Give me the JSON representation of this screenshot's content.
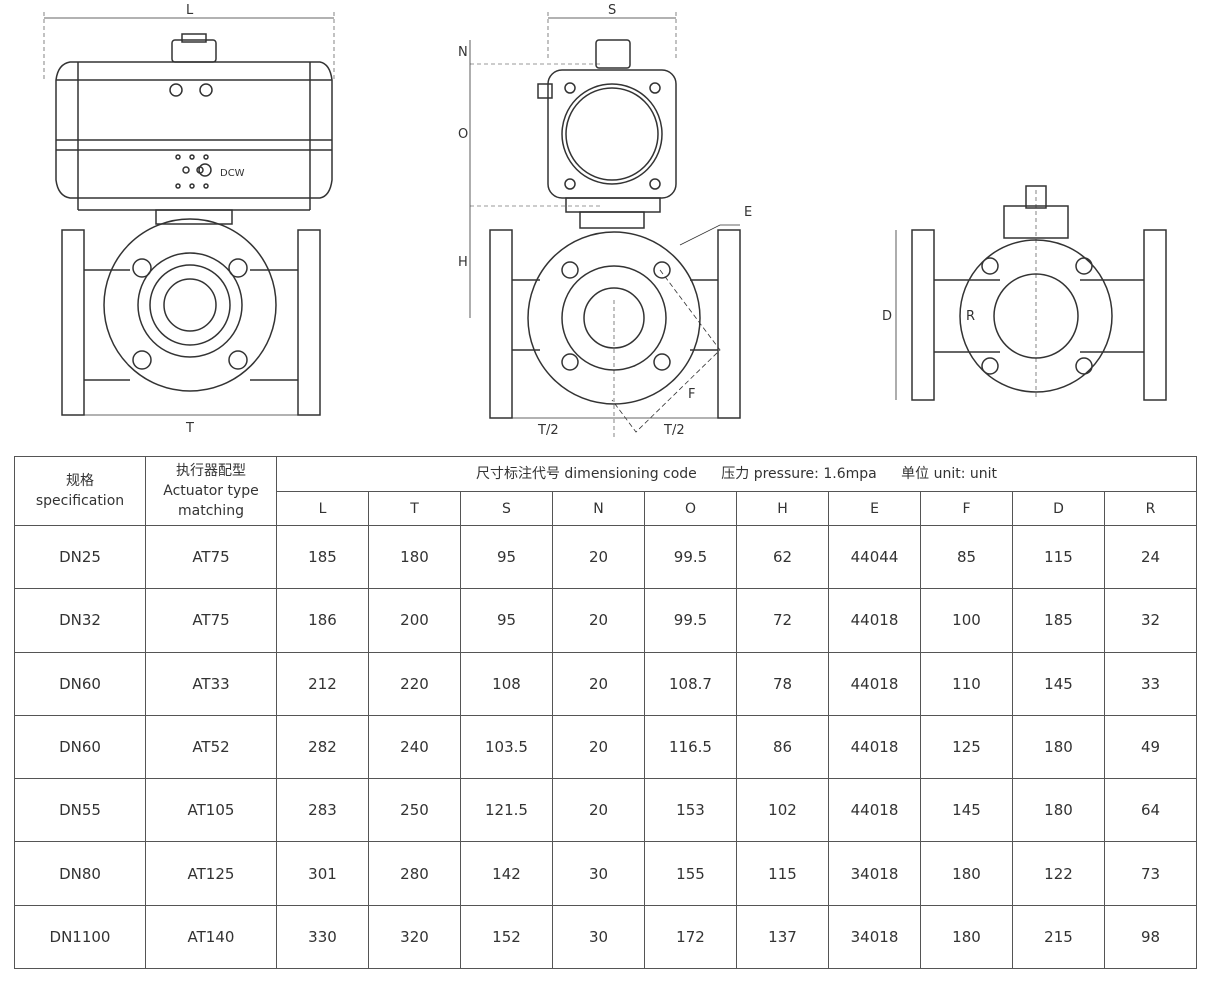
{
  "drawing_labels": {
    "front": {
      "L": "L",
      "T": "T",
      "brand": "DCW"
    },
    "side": {
      "S": "S",
      "N": "N",
      "O": "O",
      "H": "H",
      "E": "E",
      "F": "F",
      "T_half_left": "T/2",
      "T_half_right": "T/2"
    },
    "section": {
      "D": "D",
      "R": "R"
    }
  },
  "table": {
    "col_spec": {
      "zh": "规格",
      "en": "specification"
    },
    "col_actuator": {
      "zh": "执行器配型",
      "en1": "Actuator type",
      "en2": "matching"
    },
    "top_header": {
      "code": "尺寸标注代号 dimensioning code",
      "pressure": "压力 pressure: 1.6mpa",
      "unit": "单位 unit: unit"
    },
    "dim_columns": [
      "L",
      "T",
      "S",
      "N",
      "O",
      "H",
      "E",
      "F",
      "D",
      "R"
    ],
    "rows": [
      {
        "spec": "DN25",
        "actuator": "AT75",
        "vals": [
          "185",
          "180",
          "95",
          "20",
          "99.5",
          "62",
          "44044",
          "85",
          "115",
          "24"
        ]
      },
      {
        "spec": "DN32",
        "actuator": "AT75",
        "vals": [
          "186",
          "200",
          "95",
          "20",
          "99.5",
          "72",
          "44018",
          "100",
          "185",
          "32"
        ]
      },
      {
        "spec": "DN60",
        "actuator": "AT33",
        "vals": [
          "212",
          "220",
          "108",
          "20",
          "108.7",
          "78",
          "44018",
          "110",
          "145",
          "33"
        ]
      },
      {
        "spec": "DN60",
        "actuator": "AT52",
        "vals": [
          "282",
          "240",
          "103.5",
          "20",
          "116.5",
          "86",
          "44018",
          "125",
          "180",
          "49"
        ]
      },
      {
        "spec": "DN55",
        "actuator": "AT105",
        "vals": [
          "283",
          "250",
          "121.5",
          "20",
          "153",
          "102",
          "44018",
          "145",
          "180",
          "64"
        ]
      },
      {
        "spec": "DN80",
        "actuator": "AT125",
        "vals": [
          "301",
          "280",
          "142",
          "30",
          "155",
          "115",
          "34018",
          "180",
          "122",
          "73"
        ]
      },
      {
        "spec": "DN1100",
        "actuator": "AT140",
        "vals": [
          "330",
          "320",
          "152",
          "30",
          "172",
          "137",
          "34018",
          "180",
          "215",
          "98"
        ]
      }
    ]
  }
}
